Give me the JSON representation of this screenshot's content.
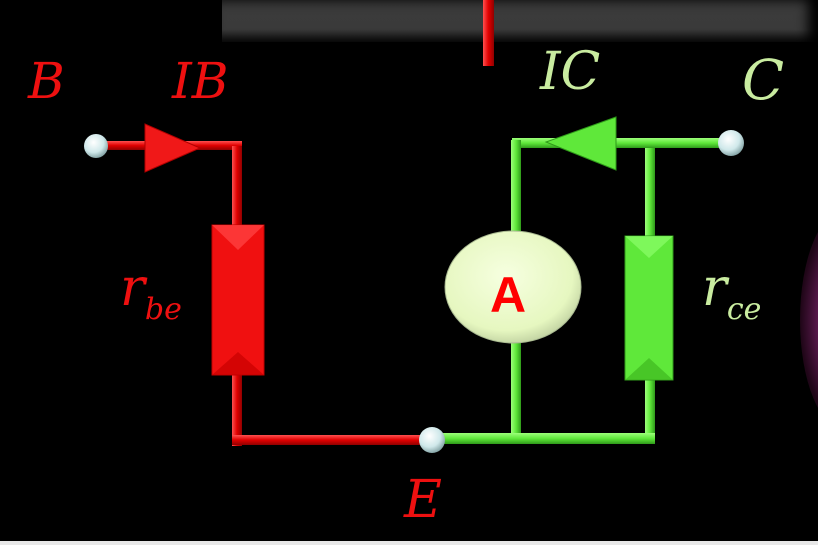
{
  "labels": {
    "base_node": "B",
    "base_current": "IB",
    "collector_current": "IC",
    "collector_node": "C",
    "emitter_node": "E",
    "rbe_main": "r",
    "rbe_sub": "be",
    "rce_main": "r",
    "rce_sub": "ce",
    "ammeter": "A"
  },
  "colors": {
    "base_circuit": "#ee1010",
    "collector_circuit": "#5fe83a",
    "label_green": "#c9eca0",
    "ammeter_fill": "#e6f7c0",
    "node": "#d8eef0",
    "background": "#000000"
  }
}
